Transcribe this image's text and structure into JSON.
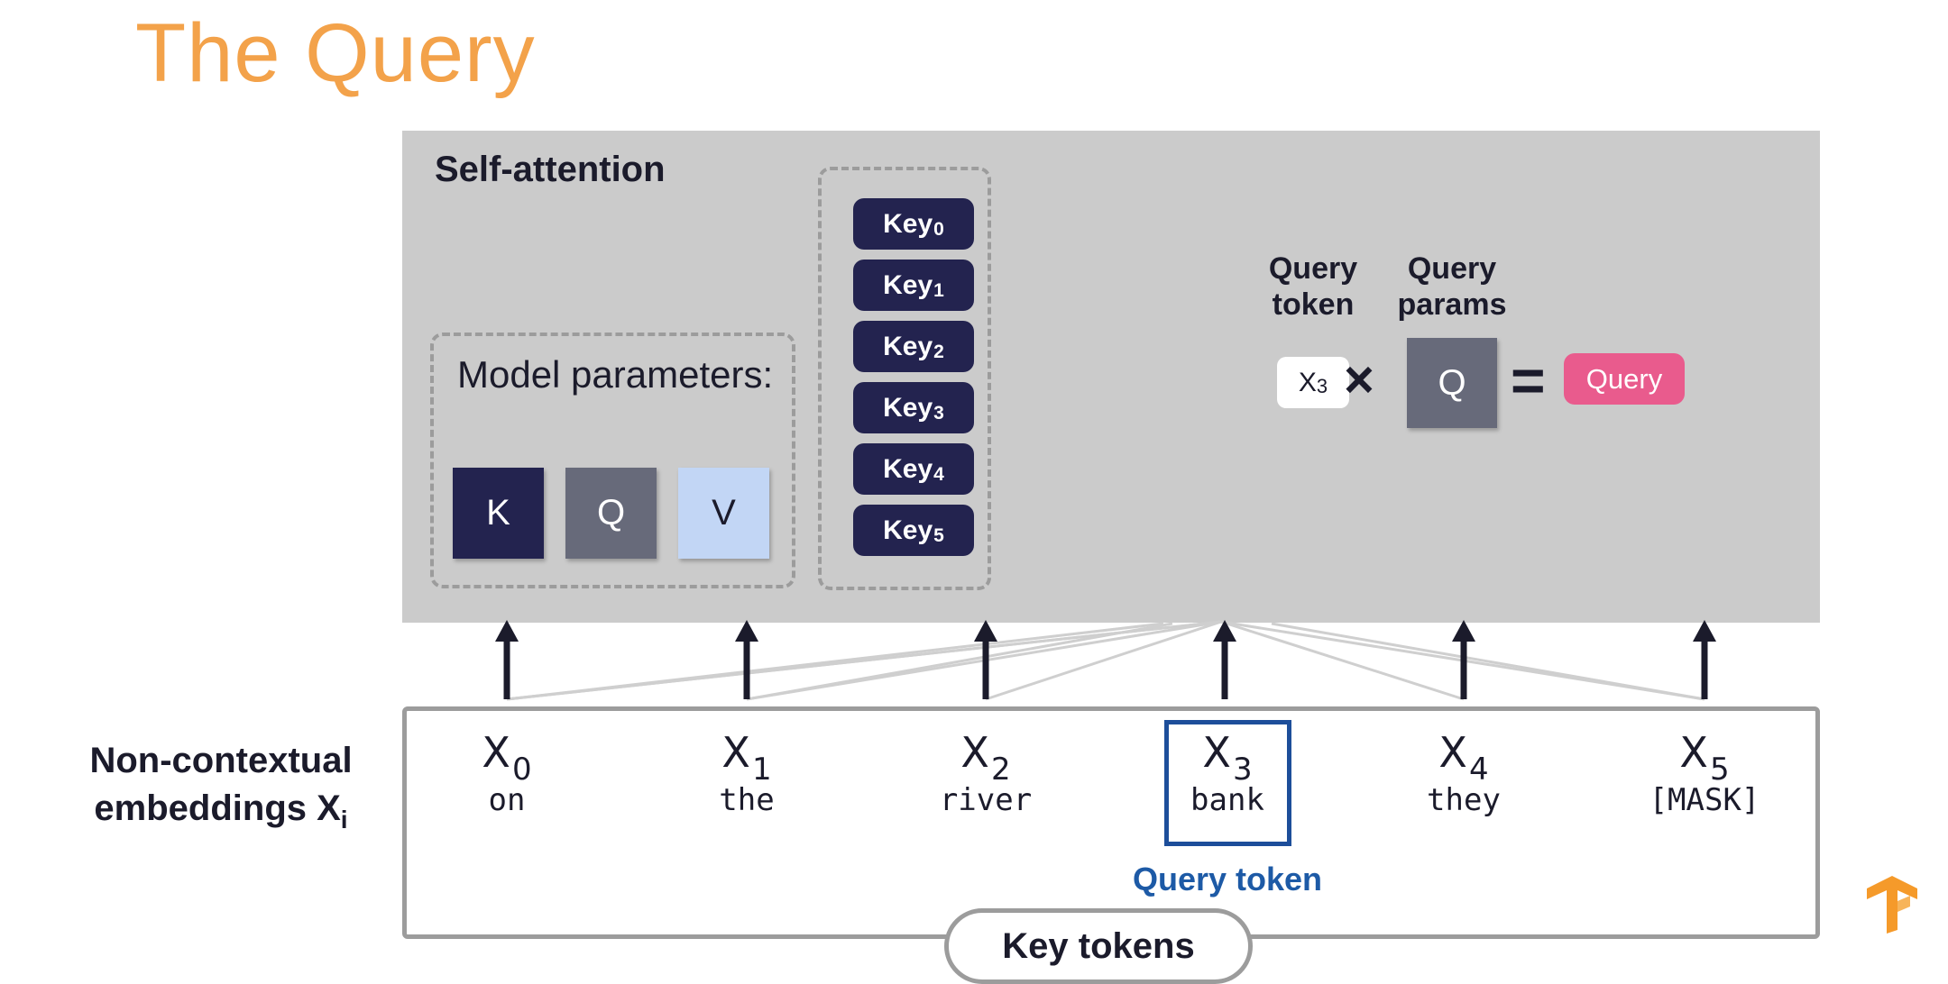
{
  "title": "The Query",
  "self_attention": {
    "title": "Self-attention",
    "model_parameters": {
      "title": "Model parameters:",
      "items": [
        {
          "label": "K",
          "color": "#23234f",
          "text_color": "#ffffff"
        },
        {
          "label": "Q",
          "color": "#676a7a",
          "text_color": "#ffffff"
        },
        {
          "label": "V",
          "color": "#c2d6f5",
          "text_color": "#1b1b2b"
        }
      ]
    },
    "keys": [
      {
        "label": "Key",
        "sub": "0"
      },
      {
        "label": "Key",
        "sub": "1"
      },
      {
        "label": "Key",
        "sub": "2"
      },
      {
        "label": "Key",
        "sub": "3"
      },
      {
        "label": "Key",
        "sub": "4"
      },
      {
        "label": "Key",
        "sub": "5"
      }
    ],
    "equation": {
      "query_token_label": [
        "Query",
        "token"
      ],
      "query_params_label": [
        "Query",
        "params"
      ],
      "token": {
        "symbol": "X",
        "sub": "3"
      },
      "times": "×",
      "params": "Q",
      "equals": "=",
      "result": "Query",
      "result_color": "#e95b8d"
    }
  },
  "embeddings_label": {
    "line1": "Non-contextual",
    "line2": "embeddings X",
    "sub": "i"
  },
  "tokens": [
    {
      "symbol": "X",
      "sub": "0",
      "word": "on"
    },
    {
      "symbol": "X",
      "sub": "1",
      "word": "the"
    },
    {
      "symbol": "X",
      "sub": "2",
      "word": "river"
    },
    {
      "symbol": "X",
      "sub": "3",
      "word": "bank"
    },
    {
      "symbol": "X",
      "sub": "4",
      "word": "they"
    },
    {
      "symbol": "X",
      "sub": "5",
      "word": "[MASK]"
    }
  ],
  "query_token_label": "Query token",
  "key_tokens_label": "Key tokens",
  "colors": {
    "title": "#f3a24a",
    "panel": "#cbcbcb",
    "query_highlight": "#1d4e9a",
    "logo": "#f59a2a"
  },
  "logo_icon": "tensorflow-logo-icon"
}
